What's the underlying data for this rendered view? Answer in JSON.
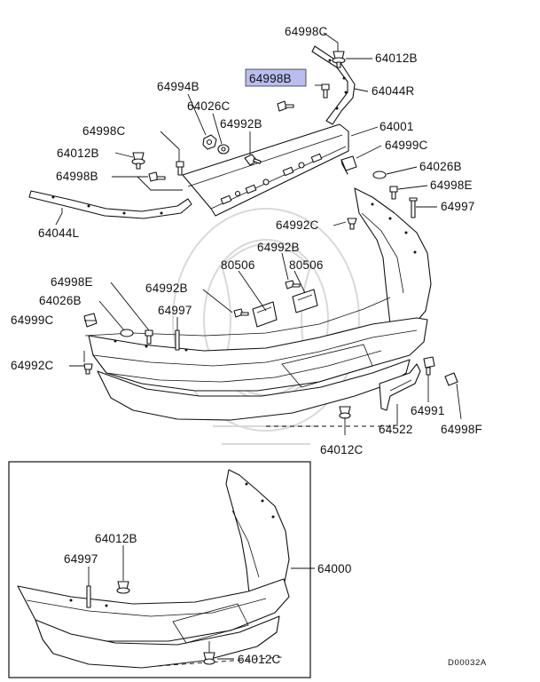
{
  "labels": {
    "l_64998C_top": "64998C",
    "l_64012B_top": "64012B",
    "l_64998B_hl": "64998B",
    "l_64044R": "64044R",
    "l_64994B": "64994B",
    "l_64026C": "64026C",
    "l_64992B_a": "64992B",
    "l_64001": "64001",
    "l_64998C_left": "64998C",
    "l_64012B_left": "64012B",
    "l_64998B_left": "64998B",
    "l_64044L": "64044L",
    "l_64999C_r": "64999C",
    "l_64026B_r": "64026B",
    "l_64998E_r": "64998E",
    "l_64997_r": "64997",
    "l_64992C_mid": "64992C",
    "l_64992B_b": "64992B",
    "l_80506_a": "80506",
    "l_80506_b": "80506",
    "l_64998E_l": "64998E",
    "l_64026B_l": "64026B",
    "l_64999C_l": "64999C",
    "l_64992B_c": "64992B",
    "l_64997_mid": "64997",
    "l_64992C_l": "64992C",
    "l_64991": "64991",
    "l_64522": "64522",
    "l_64998F": "64998F",
    "l_64012C_mid": "64012C",
    "l_64012B_inset": "64012B",
    "l_64997_inset": "64997",
    "l_64000": "64000",
    "l_64012C_inset": "64012C",
    "code": "D00032A"
  },
  "colors": {
    "highlight": "#b9bdf0",
    "line": "#111111",
    "watermark": "#d9d9d9"
  }
}
